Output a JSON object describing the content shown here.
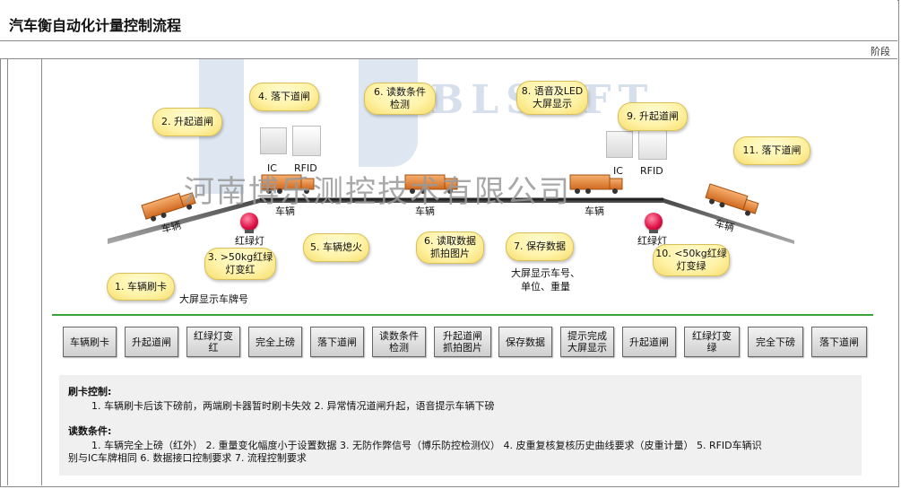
{
  "title": "汽车衡自动化计量控制流程",
  "phase_label": "阶段",
  "watermark": {
    "brand": "BLSOFT",
    "company": "河南博乐测控技术有限公司"
  },
  "bubbles": [
    {
      "id": "b1",
      "text": "1. 车辆刷卡"
    },
    {
      "id": "b2",
      "text": "2. 升起道闸"
    },
    {
      "id": "b3",
      "text": "3. >50kg红绿\n灯变红"
    },
    {
      "id": "b4",
      "text": "4. 落下道闸"
    },
    {
      "id": "b5",
      "text": "5. 车辆熄火"
    },
    {
      "id": "b6a",
      "text": "6. 读数条件\n检测"
    },
    {
      "id": "b6b",
      "text": "6. 读取数据\n抓拍图片"
    },
    {
      "id": "b7",
      "text": "7. 保存数据"
    },
    {
      "id": "b8",
      "text": "8. 语音及LED\n大屏显示"
    },
    {
      "id": "b9",
      "text": "9. 升起道闸"
    },
    {
      "id": "b10",
      "text": "10. <50kg红绿\n灯变绿"
    },
    {
      "id": "b11",
      "text": "11. 落下道闸"
    }
  ],
  "labels": {
    "vehicle": "车辆",
    "ic": "IC",
    "rfid": "RFID",
    "traffic_light": "红绿灯",
    "screen_plate": "大屏显示车牌号",
    "screen_info": "大屏显示车号、\n单位、重量"
  },
  "steps": [
    "车辆刷卡",
    "升起道闸",
    "红绿灯变\n红",
    "完全上磅",
    "落下道闸",
    "读数条件\n检测",
    "升起道闸\n抓拍图片",
    "保存数据",
    "提示完成\n大屏显示",
    "升起道闸",
    "红绿灯变\n绿",
    "完全下磅",
    "落下道闸"
  ],
  "notes": {
    "card_title": "刷卡控制:",
    "card_line": "1. 车辆刷卡后该下磅前，两端刷卡器暂时刷卡失效  2. 异常情况道闸升起，语音提示车辆下磅",
    "read_title": "读数条件:",
    "read_line1": "1. 车辆完全上磅（红外） 2. 重量变化幅度小于设置数据  3. 无防作弊信号（博乐防控检测仪） 4. 皮重复核复核历史曲线要求（皮重计量） 5. RFID车辆识",
    "read_line2": "别与IC车牌相同   6. 数据接口控制要求   7. 流程控制要求"
  },
  "colors": {
    "bubble": "#fff3a8",
    "green_line": "#3aa33a",
    "light_red": "#e0144a",
    "truck_orange": "#e58a3a"
  }
}
